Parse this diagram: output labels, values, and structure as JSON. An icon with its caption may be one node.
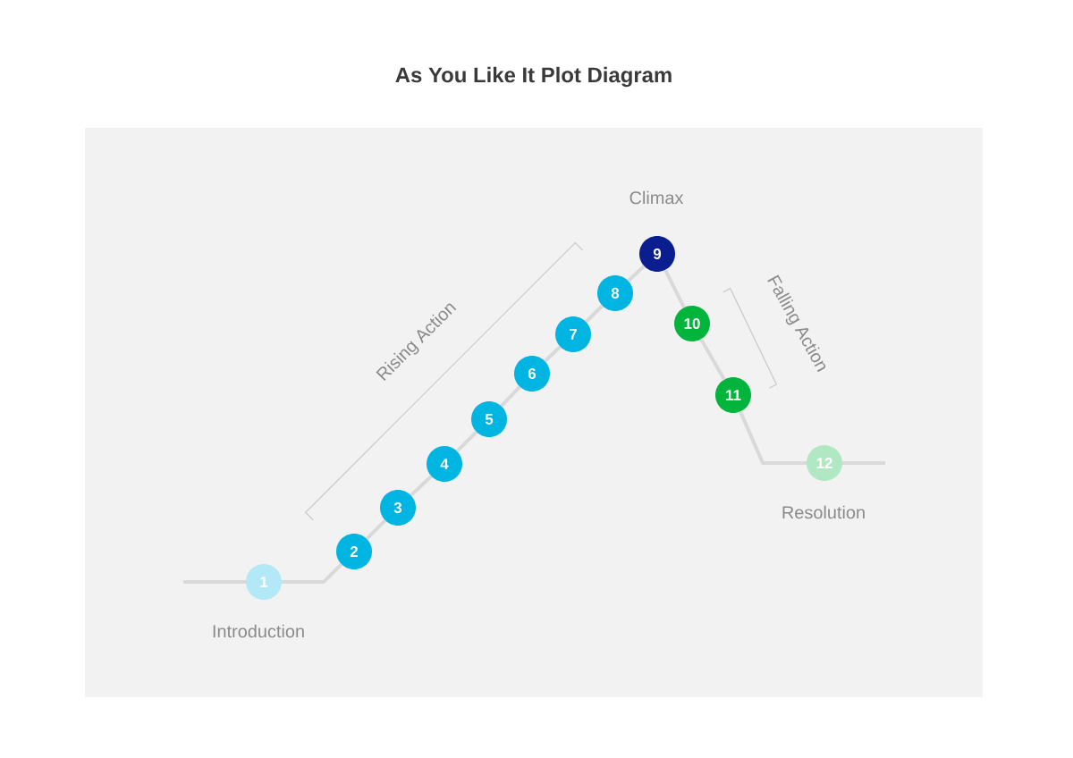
{
  "diagram": {
    "title": "As You Like It Plot Diagram",
    "nodes": [
      {
        "text": [
          "1"
        ],
        "beside": [
          "Introduction"
        ]
      },
      {
        "text": [
          "2"
        ]
      },
      {
        "text": [
          "3"
        ]
      },
      {
        "text": [
          "4"
        ]
      },
      {
        "text": [
          "5"
        ]
      },
      {
        "text": [
          "6"
        ]
      },
      {
        "text": [
          "7"
        ]
      },
      {
        "text": [
          "8"
        ]
      },
      {
        "text": [
          "9"
        ],
        "beside": [
          "Climax"
        ]
      },
      {
        "text": [
          "10"
        ]
      },
      {
        "text": [
          "11"
        ]
      },
      {
        "text": [
          "12"
        ],
        "beside": [
          "Resolution"
        ]
      }
    ],
    "edges": [
      {
        "from": null,
        "to": 0,
        "arrow": "none"
      },
      {
        "from": 0,
        "to": 1,
        "arrow": "none"
      },
      {
        "from": 1,
        "to": 2,
        "arrow": "none"
      },
      {
        "from": 2,
        "to": 3,
        "arrow": "none"
      },
      {
        "from": 3,
        "to": 4,
        "arrow": "none"
      },
      {
        "from": 4,
        "to": 5,
        "arrow": "none"
      },
      {
        "from": 5,
        "to": 6,
        "arrow": "none"
      },
      {
        "from": 6,
        "to": 7,
        "arrow": "none"
      },
      {
        "from": 7,
        "to": 8,
        "arrow": "none"
      },
      {
        "from": 8,
        "to": 9,
        "arrow": "none"
      },
      {
        "from": 9,
        "to": 10,
        "arrow": "none"
      },
      {
        "from": 10,
        "to": 11,
        "arrow": "none"
      },
      {
        "from": 11,
        "to": null,
        "arrow": "none"
      }
    ],
    "labels": [
      "Rising Action",
      "Falling Action"
    ]
  }
}
